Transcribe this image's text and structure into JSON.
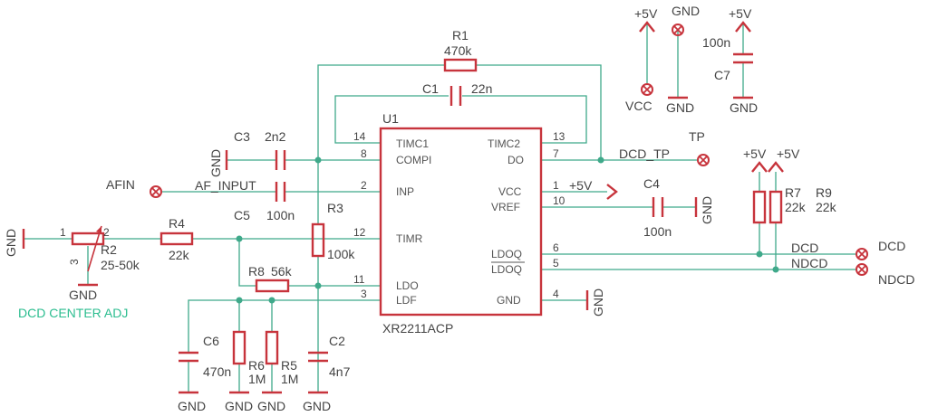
{
  "ic": {
    "ref": "U1",
    "part": "XR2211ACP",
    "left_pins": [
      {
        "num": "14",
        "name": "TIMC1"
      },
      {
        "num": "8",
        "name": "COMPI"
      },
      {
        "num": "2",
        "name": "INP"
      },
      {
        "num": "12",
        "name": "TIMR"
      },
      {
        "num": "11",
        "name": "LDO"
      },
      {
        "num": "3",
        "name": "LDF"
      }
    ],
    "right_pins": [
      {
        "num": "13",
        "name": "TIMC2"
      },
      {
        "num": "7",
        "name": "DO"
      },
      {
        "num": "1",
        "name": "VCC"
      },
      {
        "num": "10",
        "name": "VREF"
      },
      {
        "num": "6",
        "name": "LDOQ"
      },
      {
        "num": "5",
        "name": "LDOQ"
      },
      {
        "num": "4",
        "name": "GND"
      }
    ]
  },
  "parts": {
    "R1": {
      "ref": "R1",
      "value": "470k"
    },
    "C1": {
      "ref": "C1",
      "value": "22n"
    },
    "C3": {
      "ref": "C3",
      "value": "2n2"
    },
    "C5": {
      "ref": "C5",
      "value": "100n"
    },
    "R3": {
      "ref": "R3",
      "value": "100k"
    },
    "R4": {
      "ref": "R4",
      "value": "22k"
    },
    "R2": {
      "ref": "R2",
      "value": "25-50k",
      "pin1": "1",
      "pin2": "2",
      "pin3": "3"
    },
    "R8": {
      "ref": "R8",
      "value": "56k"
    },
    "C6": {
      "ref": "C6",
      "value": "470n"
    },
    "R6": {
      "ref": "R6",
      "value": "1M"
    },
    "R5": {
      "ref": "R5",
      "value": "1M"
    },
    "C2": {
      "ref": "C2",
      "value": "4n7"
    },
    "C4": {
      "ref": "C4",
      "value": "100n"
    },
    "C7": {
      "ref": "C7",
      "value": "100n"
    },
    "R7": {
      "ref": "R7",
      "value": "22k"
    },
    "R9": {
      "ref": "R9",
      "value": "22k"
    }
  },
  "nets": {
    "gnd": "GND",
    "p5v": "+5V",
    "vcc": "VCC",
    "afin": "AFIN",
    "af_input": "AF_INPUT",
    "dcd_tp": "DCD_TP",
    "tp": "TP",
    "dcd": "DCD",
    "ndcd": "NDCD"
  },
  "note": "DCD CENTER ADJ"
}
